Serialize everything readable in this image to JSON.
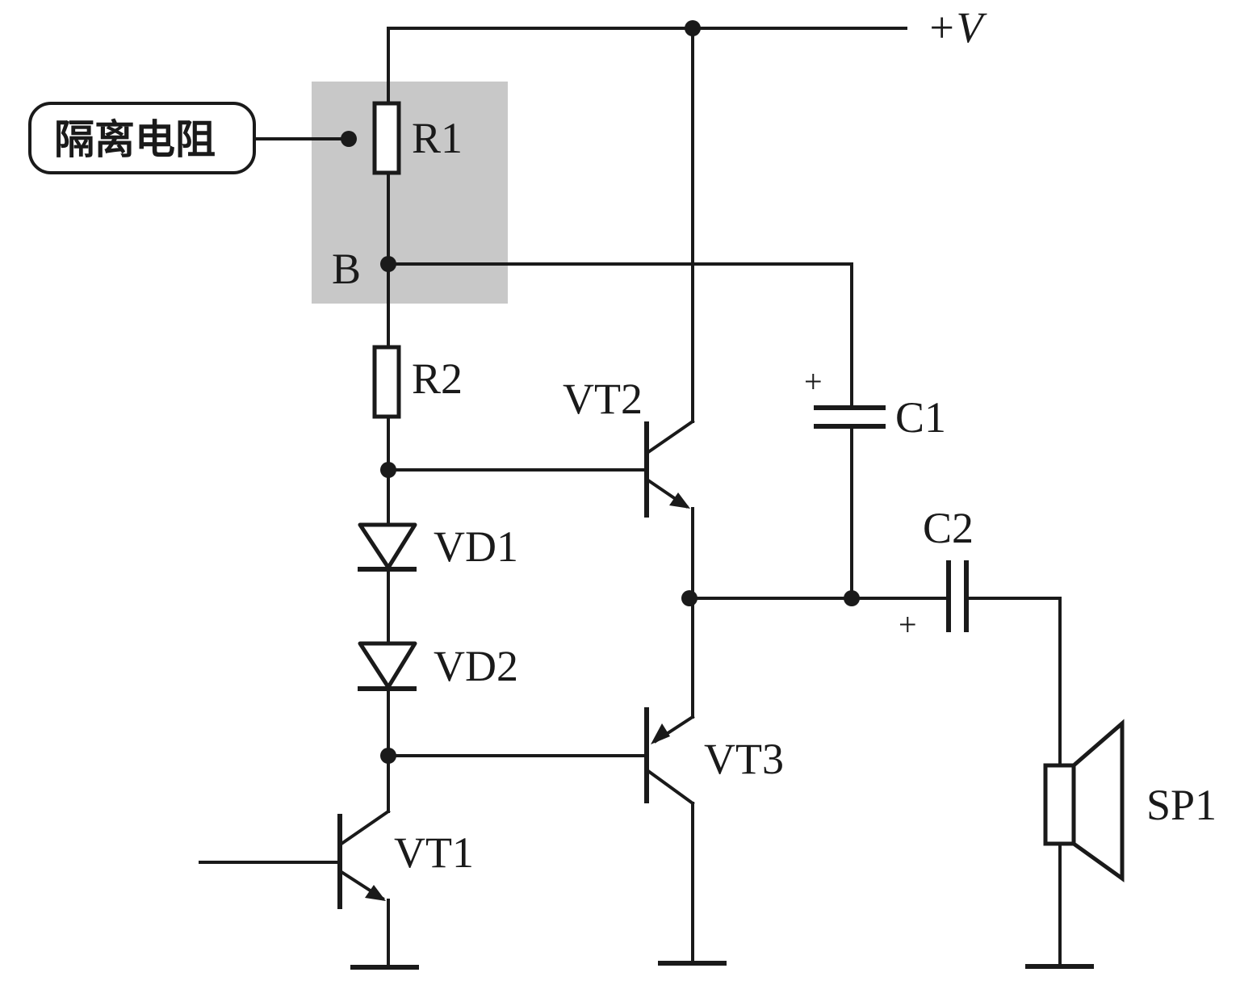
{
  "callout": {
    "text": "隔离电阻"
  },
  "supply": {
    "label": "+V"
  },
  "node_label": "B",
  "components": {
    "r1": "R1",
    "r2": "R2",
    "vd1": "VD1",
    "vd2": "VD2",
    "vt1": "VT1",
    "vt2": "VT2",
    "vt3": "VT3",
    "c1": "C1",
    "c2": "C2",
    "sp1": "SP1"
  },
  "polarity": {
    "c1_plus": "+",
    "c2_plus": "+"
  },
  "colors": {
    "highlight": "#c8c8c8",
    "line": "#1a1a1a",
    "background": "#ffffff"
  }
}
